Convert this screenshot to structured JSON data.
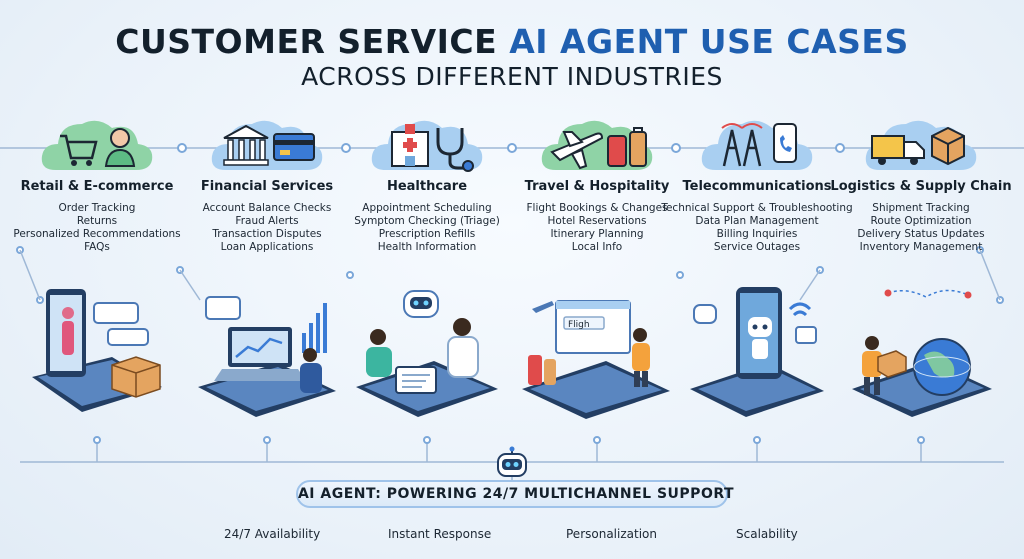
{
  "title": {
    "part1": "CUSTOMER SERVICE ",
    "highlight": "AI AGENT USE CASES",
    "subtitle": "ACROSS DIFFERENT INDUSTRIES"
  },
  "colors": {
    "accent": "#1f5fb0",
    "line": "#9fb8d6",
    "node": "#7ba7d9",
    "cloud_green": "#8fd3a6",
    "cloud_blue": "#a9cff1",
    "platform": "#233e63"
  },
  "industries": [
    {
      "name": "Retail & E-commerce",
      "icons": [
        "shopping-cart-icon",
        "person-icon"
      ],
      "cloud": "cloud_green",
      "items": [
        "Order Tracking",
        "Returns",
        "Personalized Recommendations",
        "FAQs"
      ]
    },
    {
      "name": "Financial Services",
      "icons": [
        "bank-icon",
        "credit-card-icon"
      ],
      "cloud": "cloud_blue",
      "items": [
        "Account Balance Checks",
        "Fraud Alerts",
        "Transaction Disputes",
        "Loan Applications"
      ]
    },
    {
      "name": "Healthcare",
      "icons": [
        "hospital-icon",
        "stethoscope-icon"
      ],
      "cloud": "cloud_blue",
      "items": [
        "Appointment Scheduling",
        "Symptom Checking (Triage)",
        "Prescription Refills",
        "Health Information"
      ]
    },
    {
      "name": "Travel & Hospitality",
      "icons": [
        "airplane-icon",
        "luggage-icon"
      ],
      "cloud": "cloud_green",
      "items": [
        "Flight Bookings & Changes",
        "Hotel Reservations",
        "Itinerary Planning",
        "Local Info"
      ]
    },
    {
      "name": "Telecommunications",
      "icons": [
        "cell-tower-icon",
        "phone-icon"
      ],
      "cloud": "cloud_blue",
      "items": [
        "Technical Support & Troubleshooting",
        "Data Plan Management",
        "Billing Inquiries",
        "Service Outages"
      ]
    },
    {
      "name": "Logistics & Supply Chain",
      "icons": [
        "truck-icon",
        "package-icon"
      ],
      "cloud": "cloud_blue",
      "items": [
        "Shipment Tracking",
        "Route Optimization",
        "Delivery Status Updates",
        "Inventory Management"
      ]
    }
  ],
  "banner": {
    "label": "AI AGENT: POWERING 24/7 MULTICHANNEL SUPPORT",
    "icon": "robot-icon"
  },
  "features": [
    "24/7 Availability",
    "Instant Response",
    "Personalization",
    "Scalability"
  ],
  "scene_screen_text": "Fligh"
}
